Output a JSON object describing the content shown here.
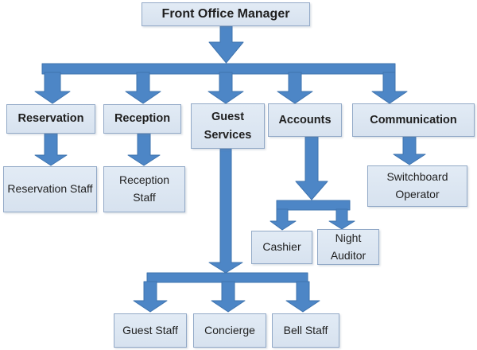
{
  "diagram_type": "org-chart",
  "colors": {
    "background": "#ffffff",
    "box_fill": "#dbe5f1",
    "box_border": "#92a9c7",
    "arrow_fill": "#4d86c6",
    "arrow_border": "#3f74af",
    "text": "#1f1f1f"
  },
  "nodes": [
    {
      "id": "front-office-manager",
      "label": "Front Office Manager",
      "level": 0
    },
    {
      "id": "reservation",
      "label": "Reservation",
      "level": 1
    },
    {
      "id": "reception",
      "label": "Reception",
      "level": 1
    },
    {
      "id": "guest-services",
      "label": "Guest Services",
      "level": 1
    },
    {
      "id": "accounts",
      "label": "Accounts",
      "level": 1
    },
    {
      "id": "communication",
      "label": "Communication",
      "level": 1
    },
    {
      "id": "reservation-staff",
      "label": "Reservation Staff",
      "level": 2
    },
    {
      "id": "reception-staff",
      "label": "Reception Staff",
      "level": 2
    },
    {
      "id": "switchboard-operator",
      "label": "Switchboard Operator",
      "level": 2
    },
    {
      "id": "cashier",
      "label": "Cashier",
      "level": 2
    },
    {
      "id": "night-auditor",
      "label": "Night Auditor",
      "level": 2
    },
    {
      "id": "guest-staff",
      "label": "Guest Staff",
      "level": 2
    },
    {
      "id": "concierge",
      "label": "Concierge",
      "level": 2
    },
    {
      "id": "bell-staff",
      "label": "Bell Staff",
      "level": 2
    }
  ],
  "edges": [
    {
      "from": "Front Office Manager",
      "to": "Reservation"
    },
    {
      "from": "Front Office Manager",
      "to": "Reception"
    },
    {
      "from": "Front Office Manager",
      "to": "Guest Services"
    },
    {
      "from": "Front Office Manager",
      "to": "Accounts"
    },
    {
      "from": "Front Office Manager",
      "to": "Communication"
    },
    {
      "from": "Reservation",
      "to": "Reservation Staff"
    },
    {
      "from": "Reception",
      "to": "Reception Staff"
    },
    {
      "from": "Communication",
      "to": "Switchboard Operator"
    },
    {
      "from": "Accounts",
      "to": "Cashier"
    },
    {
      "from": "Accounts",
      "to": "Night Auditor"
    },
    {
      "from": "Guest Services",
      "to": "Guest Staff"
    },
    {
      "from": "Guest Services",
      "to": "Concierge"
    },
    {
      "from": "Guest Services",
      "to": "Bell Staff"
    }
  ]
}
